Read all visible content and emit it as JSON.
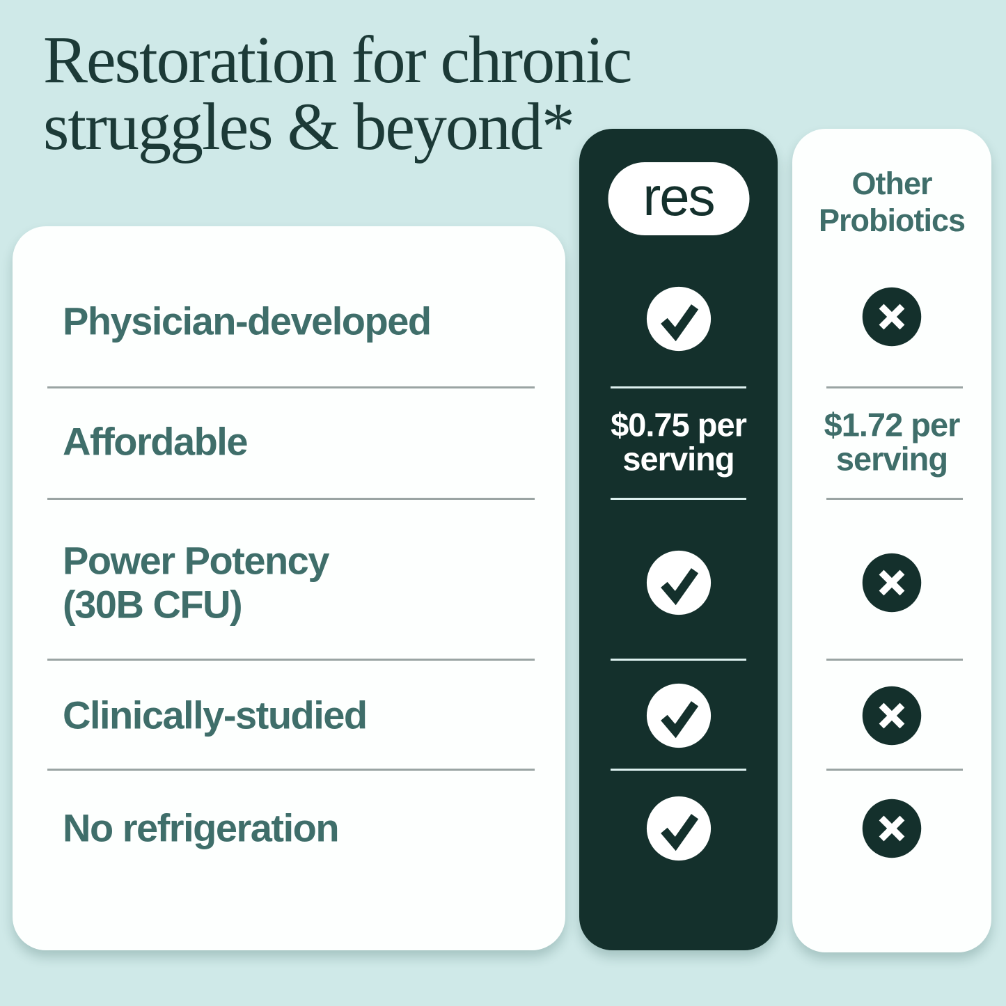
{
  "title": "Restoration for chronic\nstruggles & beyond*",
  "colors": {
    "background": "#cfe9e8",
    "dark": "#14302c",
    "teal_text": "#3f6e6a",
    "title_color": "#1c3a37",
    "card_white": "#fdfffe",
    "divider_gray": "#9aa4a3",
    "divider_light": "#ddf0ef"
  },
  "features": [
    {
      "label": "Physician-developed"
    },
    {
      "label": "Affordable"
    },
    {
      "label": "Power Potency\n(30B CFU)"
    },
    {
      "label": "Clinically-studied"
    },
    {
      "label": "No refrigeration"
    }
  ],
  "res_column": {
    "brand": "res",
    "row1": "check-icon",
    "price": "$0.75 per\nserving",
    "row3": "check-icon",
    "row4": "check-icon",
    "row5": "check-icon"
  },
  "other_column": {
    "header": "Other\nProbiotics",
    "row1": "x-icon",
    "price": "$1.72 per\nserving",
    "row3": "x-icon",
    "row4": "x-icon",
    "row5": "x-icon"
  },
  "chart_data": {
    "type": "table",
    "title": "Restoration for chronic struggles & beyond*",
    "columns": [
      "Feature",
      "res",
      "Other Probiotics"
    ],
    "rows": [
      [
        "Physician-developed",
        "yes",
        "no"
      ],
      [
        "Affordable",
        "$0.75 per serving",
        "$1.72 per serving"
      ],
      [
        "Power Potency (30B CFU)",
        "yes",
        "no"
      ],
      [
        "Clinically-studied",
        "yes",
        "no"
      ],
      [
        "No refrigeration",
        "yes",
        "no"
      ]
    ],
    "legend_position": "none",
    "grid": false
  }
}
